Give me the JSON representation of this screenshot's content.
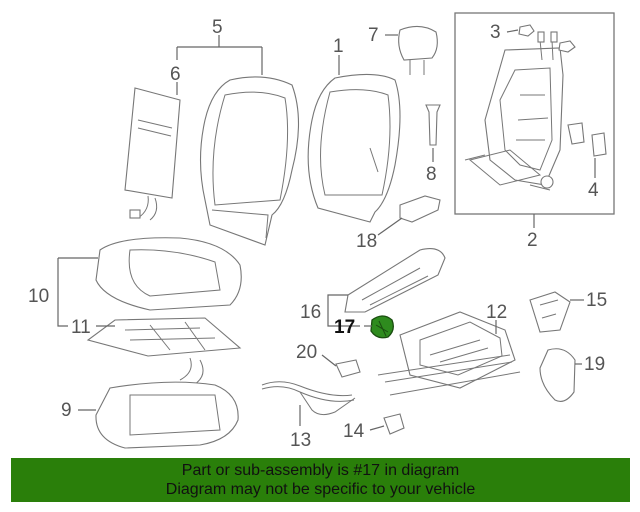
{
  "callouts": {
    "c1": "1",
    "c2": "2",
    "c3": "3",
    "c4": "4",
    "c5": "5",
    "c6": "6",
    "c7": "7",
    "c8": "8",
    "c9": "9",
    "c10": "10",
    "c11": "11",
    "c12": "12",
    "c13": "13",
    "c14": "14",
    "c15": "15",
    "c16": "16",
    "c17": "17",
    "c18": "18",
    "c19": "19",
    "c20": "20"
  },
  "banner": {
    "line1": "Part or sub-assembly is #17 in diagram",
    "line2": "Diagram may not be specific to your vehicle"
  },
  "colors": {
    "banner_bg": "#2a7f0a",
    "highlight_part": "#2e8b1e"
  }
}
